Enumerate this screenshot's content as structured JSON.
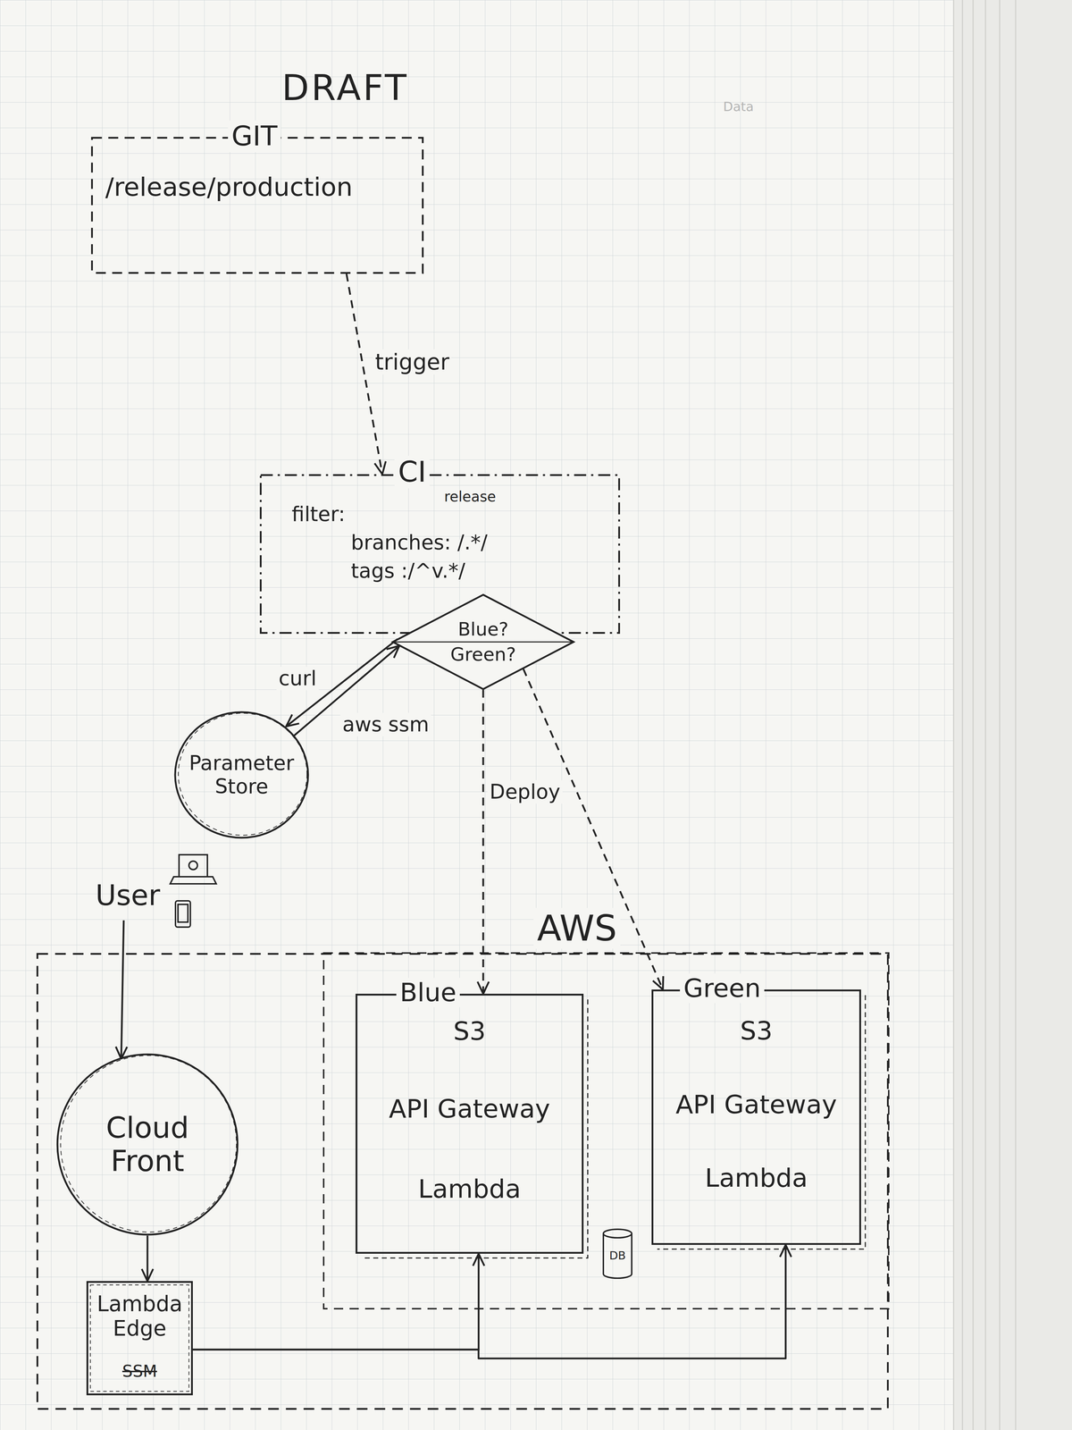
{
  "diagram": {
    "title": "DRAFT",
    "nodes": [
      {
        "text": [
          "GIT",
          "/release/production"
        ]
      },
      {
        "text": [
          "CI",
          "filter:",
          "release",
          "branches: /.*/",
          "tags :/^v.*/"
        ]
      },
      {
        "text": [
          "Blue?",
          "Green?"
        ],
        "in": 1
      },
      {
        "text": [
          "Parameter Store"
        ]
      },
      {
        "text": [
          "User"
        ]
      },
      {
        "text": [
          "AWS"
        ]
      },
      {
        "text": [
          "Blue",
          "S3",
          "API Gateway",
          "Lambda"
        ],
        "in": 5
      },
      {
        "text": [
          "Green",
          "S3",
          "API Gateway",
          "Lambda"
        ],
        "in": 5
      },
      {
        "text": [
          "Cloud Front"
        ],
        "in": 5
      },
      {
        "text": [
          "Lambda Edge",
          "SSM"
        ],
        "in": 5
      }
    ],
    "edges": [
      {
        "from": 0,
        "to": 1,
        "label": "trigger",
        "arrow": "to"
      },
      {
        "from": 2,
        "to": 3,
        "label": "curl",
        "arrow": "to"
      },
      {
        "from": 3,
        "to": 2,
        "label": "aws ssm",
        "arrow": "to"
      },
      {
        "from": 2,
        "to": 6,
        "label": "Deploy",
        "arrow": "to"
      },
      {
        "from": 2,
        "to": 7,
        "arrow": "to"
      },
      {
        "from": 4,
        "to": 8,
        "arrow": "to"
      },
      {
        "from": 8,
        "to": 9,
        "arrow": "to"
      },
      {
        "from": 9,
        "to": 6,
        "arrow": "to"
      },
      {
        "from": 9,
        "to": 7,
        "arrow": "to"
      }
    ],
    "labels": [
      "Data",
      "DB"
    ]
  }
}
